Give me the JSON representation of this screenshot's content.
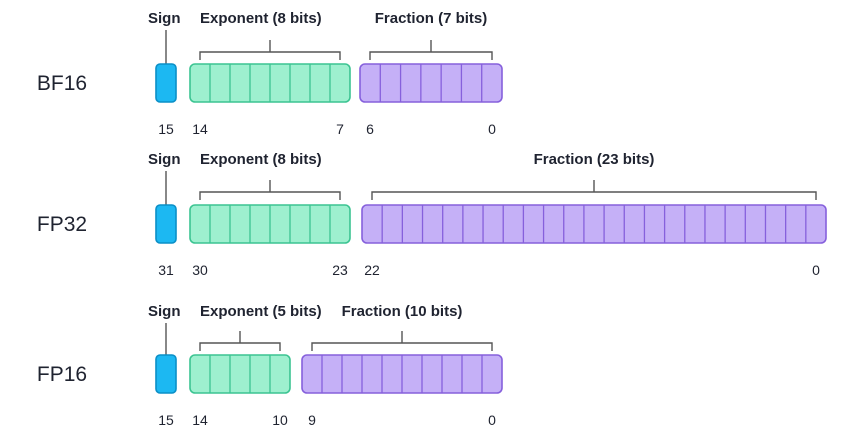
{
  "colors": {
    "sign_fill": "#1cb8f2",
    "sign_stroke": "#0a8fc7",
    "exponent_fill": "#9ef0cf",
    "exponent_stroke": "#3cc492",
    "fraction_fill": "#c5b0f7",
    "fraction_stroke": "#8660dc",
    "bracket": "#555555",
    "text": "#1f2330"
  },
  "formats": [
    {
      "name": "BF16",
      "sign_label": "Sign",
      "exponent_label": "Exponent (8 bits)",
      "fraction_label": "Fraction (7 bits)",
      "exponent_bits": 8,
      "fraction_bits": 7,
      "sign_index": "15",
      "exponent_start": "14",
      "exponent_end": "7",
      "fraction_start": "6",
      "fraction_end": "0"
    },
    {
      "name": "FP32",
      "sign_label": "Sign",
      "exponent_label": "Exponent (8 bits)",
      "fraction_label": "Fraction (23 bits)",
      "exponent_bits": 8,
      "fraction_bits": 23,
      "sign_index": "31",
      "exponent_start": "30",
      "exponent_end": "23",
      "fraction_start": "22",
      "fraction_end": "0"
    },
    {
      "name": "FP16",
      "sign_label": "Sign",
      "exponent_label": "Exponent (5 bits)",
      "fraction_label": "Fraction (10 bits)",
      "exponent_bits": 5,
      "fraction_bits": 10,
      "sign_index": "15",
      "exponent_start": "14",
      "exponent_end": "10",
      "fraction_start": "9",
      "fraction_end": "0"
    }
  ]
}
